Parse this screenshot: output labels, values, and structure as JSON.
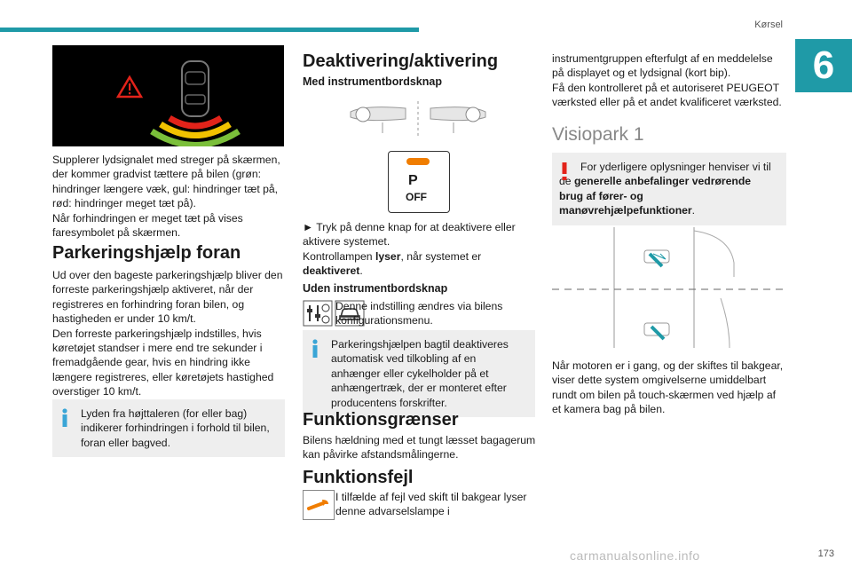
{
  "header": {
    "section": "Kørsel",
    "chapter": "6"
  },
  "col1": {
    "image": {
      "alt": "parking-display"
    },
    "p1": "Supplerer lydsignalet med streger på skærmen, der kommer gradvist tættere på bilen (grøn: hindringer længere væk, gul: hindringer tæt på, rød: hindringer meget tæt på).",
    "p2": "Når forhindringen er meget tæt på vises faresymbolet på skærmen.",
    "h_front": "Parkeringshjælp foran",
    "p3": "Ud over den bageste parkeringshjælp bliver den forreste parkeringshjælp aktiveret, når der registreres en forhindring foran bilen, og hastigheden er under 10 km/t.",
    "p4": "Den forreste parkeringshjælp indstilles, hvis køretøjet standser i mere end tre sekunder i fremadgående gear, hvis en hindring ikke længere registreres, eller køretøjets hastighed overstiger 10 km/t.",
    "info": "Lyden fra højttaleren (for eller bag) indikerer forhindringen i forhold til bilen, foran eller bagved."
  },
  "col2": {
    "h_deact": "Deaktivering/aktivering",
    "h_with": "Med instrumentbordsknap",
    "button_label": "OFF",
    "button_letter": "P",
    "p1a": "► Tryk på denne knap for at deaktivere eller aktivere systemet.",
    "p1b_pre": "Kontrollampen ",
    "p1b_bold": "lyser",
    "p1b_post": ", når systemet er",
    "p1c": "deaktiveret",
    "p1c_post": ".",
    "h_without": "Uden instrumentbordsknap",
    "p2": "Denne indstilling ændres via bilens konfigurationsmenu.",
    "info": "Parkeringshjælpen bagtil deaktiveres automatisk ved tilkobling af en anhænger eller cykelholder på et anhængertræk, der er monteret efter producentens forskrifter.",
    "h_limits": "Funktionsgrænser",
    "p3": "Bilens hældning med et tungt læsset bagagerum kan påvirke afstandsmålingerne.",
    "h_fault": "Funktionsfejl",
    "p4": "I tilfælde af fejl ved skift til bakgear lyser denne advarselslampe i"
  },
  "col3": {
    "p1": "instrumentgruppen efterfulgt af en meddelelse på displayet og et lydsignal (kort bip).",
    "p2": "Få den kontrolleret på et autoriseret PEUGEOT værksted eller på et andet kvalificeret værksted.",
    "h_visio": "Visiopark 1",
    "warn_pre": "For yderligere oplysninger henviser vi til de ",
    "warn_bold": "generelle anbefalinger vedrørende brug af fører- og manøvrehjælpefunktioner",
    "warn_post": ".",
    "p3": "Når motoren er i gang, og der skiftes til bakgear, viser dette system omgivelserne umiddelbart rundt om bilen på touch-skærmen ved hjælp af et kamera bag på bilen."
  },
  "footer": {
    "page": "173",
    "watermark": "carmanualsonline.info"
  },
  "colors": {
    "accent": "#1f9aa7",
    "info": "#3aa5d6",
    "warn": "#e2231a",
    "orange": "#f07d00"
  }
}
